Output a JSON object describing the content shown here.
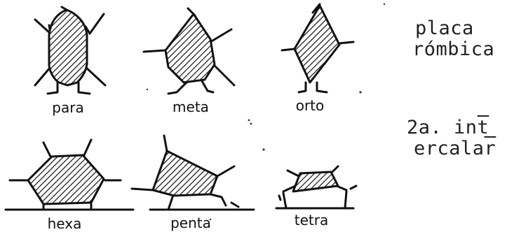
{
  "figures": {
    "para": "para",
    "meta": "meta",
    "orto": "orto",
    "hexa": "hexa",
    "penta": "penta",
    "tetra": "tetra"
  },
  "side_notes": {
    "rhombic_line1": "placa",
    "rhombic_line2": "rómbica",
    "intercalar_line1_a": "2a. in",
    "intercalar_line1_b": "t",
    "intercalar_line2_a": "ercala",
    "intercalar_line2_b": "r"
  },
  "colors": {
    "ink": "#111111",
    "background": "#ffffff"
  }
}
